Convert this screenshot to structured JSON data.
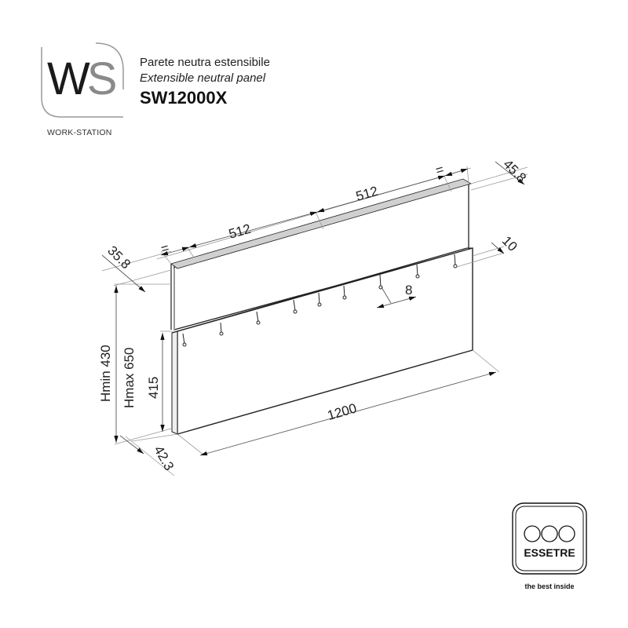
{
  "brand": {
    "logo_w": "W",
    "logo_s": "S",
    "subtitle": "WORK-STATION"
  },
  "product": {
    "name_it": "Parete neutra estensibile",
    "name_en": "Extensible neutral panel",
    "code": "SW12000X"
  },
  "dimensions": {
    "equal_left": "=",
    "equal_right": "=",
    "width_left": "512",
    "width_right": "512",
    "depth_top": "45.8",
    "depth_left": "35.8",
    "hook_offset": "10",
    "hook_length": "8",
    "height_min": "Hmin 430",
    "height_max": "Hmax 650",
    "lower_height": "415",
    "total_width": "1200",
    "base_depth": "42.3"
  },
  "manufacturer": {
    "name": "ESSETRE",
    "tagline": "the best inside"
  }
}
